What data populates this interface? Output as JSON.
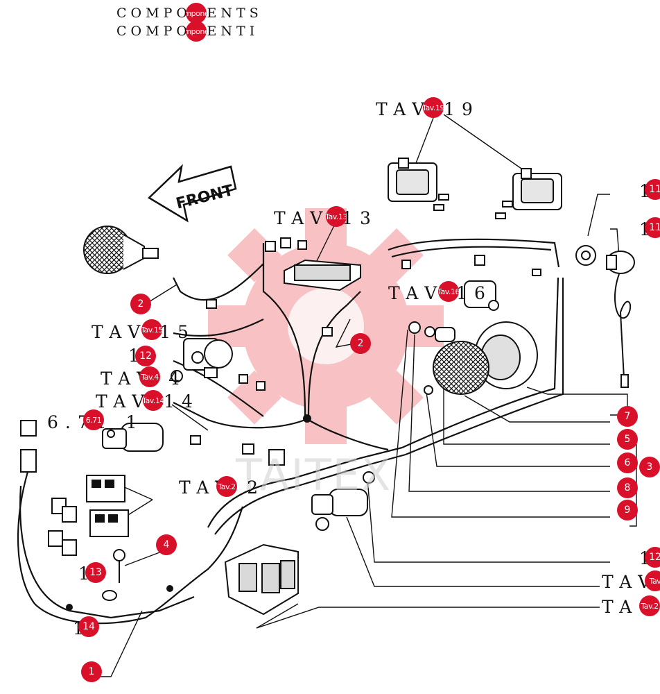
{
  "header": {
    "line1": "COMPONENTS",
    "line2": "COMPONENTI"
  },
  "watermark": {
    "text": "TAITEX",
    "color": "#e8262a"
  },
  "front_label": "FRONT",
  "labels": {
    "tav19": "TAV 19",
    "tav13": "TAV 13",
    "tav16": "TAV 16",
    "tav15": "TAV 15",
    "tav4": "TAV 4",
    "tav14": "TAV 14",
    "ref671": "6.71 1",
    "tav2a": "TAV 2",
    "tav2b": "TAV",
    "tav2c": "TA",
    "n11a": "11",
    "n11b": "11",
    "n12a": "1",
    "n12b": "1",
    "n13": "1",
    "n14": "1"
  },
  "markers": {
    "m_comp1": "Componenti",
    "m_comp2": "Componenti",
    "m_tav19": "Tav.19",
    "m_tav13": "Tav.13",
    "m_tav16": "Tav.16",
    "m_tav15": "Tav.15",
    "m_tav4": "Tav.4",
    "m_tav14": "Tav.14",
    "m_671": "6.71",
    "m_tav2a": "Tav.2",
    "m_tav2b": "Tav",
    "m_tav2c": "Tav.2",
    "m_2a": "2",
    "m_2b": "2",
    "m_12": "12",
    "m_4": "4",
    "m_13": "13",
    "m_14": "14",
    "m_1": "1",
    "m_7": "7",
    "m_5": "5",
    "m_6": "6",
    "m_8": "8",
    "m_9": "9",
    "m_3": "3",
    "m_11a": "11",
    "m_11b": "11",
    "m_12r": "12"
  },
  "colors": {
    "marker": "#d8102a",
    "line": "#111111"
  }
}
